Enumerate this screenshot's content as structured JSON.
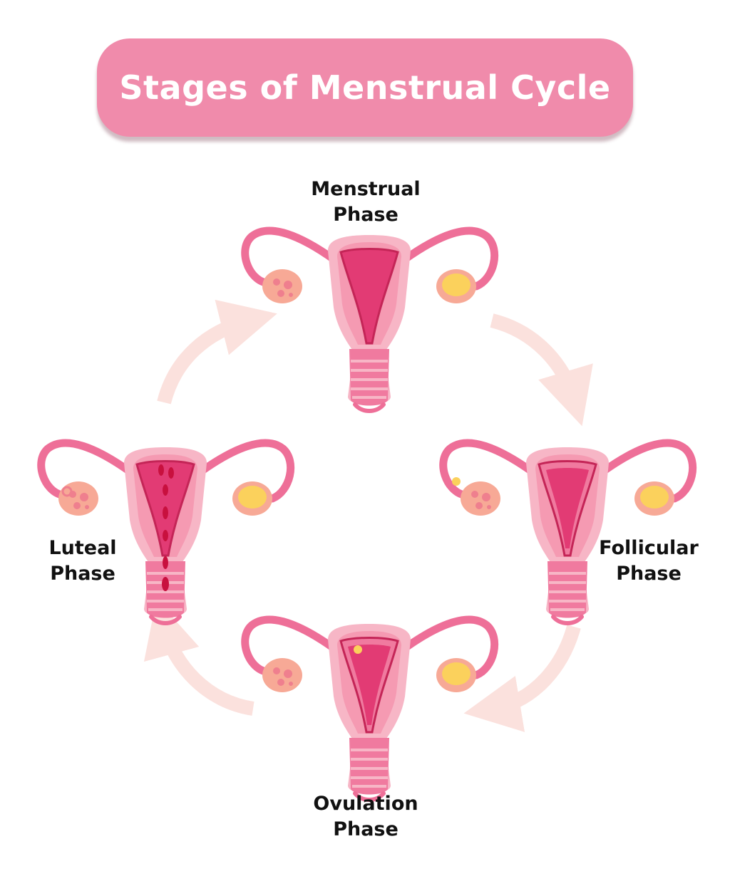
{
  "title": "Stages of Menstrual Cycle",
  "phases": {
    "menstrual": {
      "line1": "Menstrual",
      "line2": "Phase"
    },
    "follicular": {
      "line1": "Follicular",
      "line2": "Phase"
    },
    "ovulation": {
      "line1": "Ovulation",
      "line2": "Phase"
    },
    "luteal": {
      "line1": "Luteal",
      "line2": "Phase"
    }
  },
  "colors": {
    "banner": "#f08bab",
    "uterus_outer": "#f7b6c6",
    "uterus_inner": "#f59ab2",
    "tube": "#ee6f98",
    "lining": "#e23b74",
    "lining_dark": "#c42557",
    "ovary": "#f7a996",
    "ovary_dots": "#ef7f8e",
    "follicle": "#fbd15c",
    "blood": "#c8103e",
    "arrow": "#fbe1dd"
  }
}
